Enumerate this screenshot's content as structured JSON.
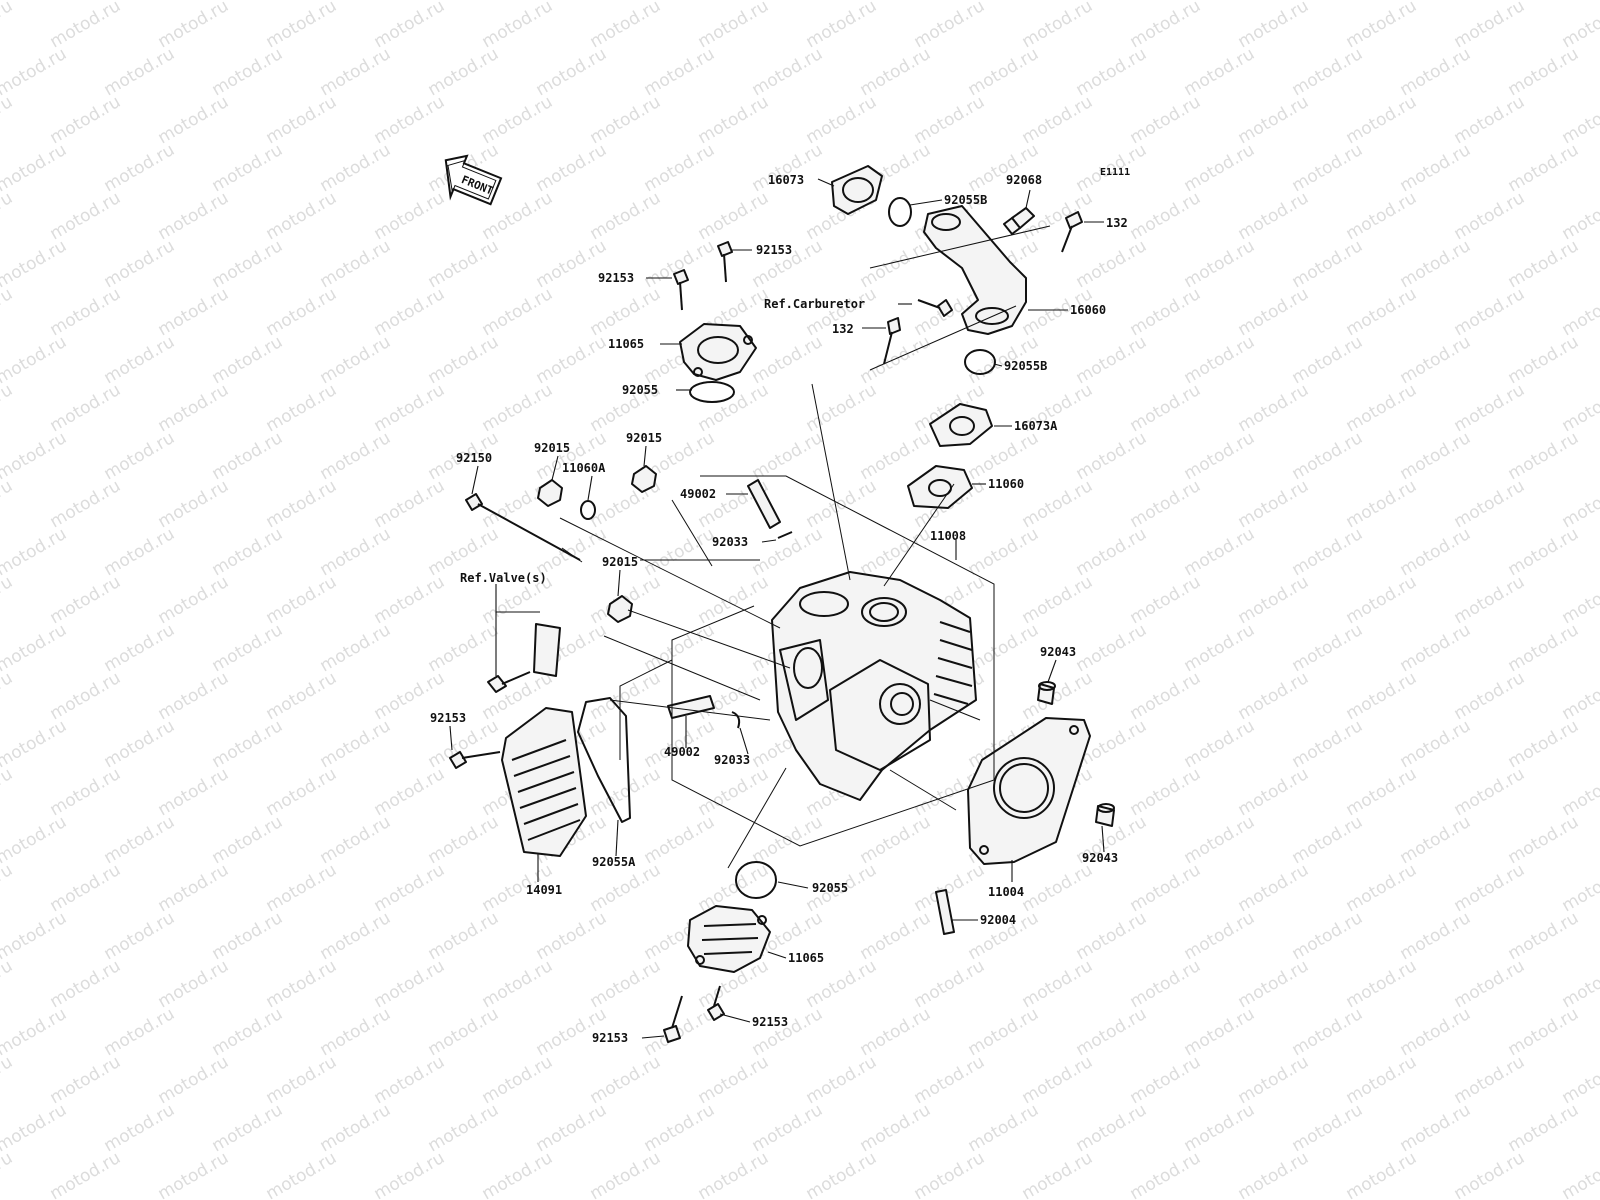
{
  "watermark": {
    "text": "motod.ru"
  },
  "diagram_code": "E1111",
  "front_arrow": {
    "label": "FRONT"
  },
  "callouts": [
    {
      "id": "c01",
      "label": "16073"
    },
    {
      "id": "c02",
      "label": "92055B"
    },
    {
      "id": "c03",
      "label": "92068"
    },
    {
      "id": "c04",
      "label": "132"
    },
    {
      "id": "c05",
      "label": "92153"
    },
    {
      "id": "c06",
      "label": "92153"
    },
    {
      "id": "c07",
      "label": "Ref.Carburetor"
    },
    {
      "id": "c08",
      "label": "16060"
    },
    {
      "id": "c09",
      "label": "11065"
    },
    {
      "id": "c10",
      "label": "132"
    },
    {
      "id": "c11",
      "label": "92055B"
    },
    {
      "id": "c12",
      "label": "92055"
    },
    {
      "id": "c13",
      "label": "16073A"
    },
    {
      "id": "c14",
      "label": "92150"
    },
    {
      "id": "c15",
      "label": "92015"
    },
    {
      "id": "c16",
      "label": "92015"
    },
    {
      "id": "c17",
      "label": "11060A"
    },
    {
      "id": "c18",
      "label": "11060"
    },
    {
      "id": "c19",
      "label": "49002"
    },
    {
      "id": "c20",
      "label": "92033"
    },
    {
      "id": "c21",
      "label": "11008"
    },
    {
      "id": "c22",
      "label": "92015"
    },
    {
      "id": "c23",
      "label": "Ref.Valve(s)"
    },
    {
      "id": "c24",
      "label": "92043"
    },
    {
      "id": "c25",
      "label": "92153"
    },
    {
      "id": "c26",
      "label": "49002"
    },
    {
      "id": "c27",
      "label": "92033"
    },
    {
      "id": "c28",
      "label": "92043"
    },
    {
      "id": "c29",
      "label": "92055A"
    },
    {
      "id": "c30",
      "label": "14091"
    },
    {
      "id": "c31",
      "label": "92055"
    },
    {
      "id": "c32",
      "label": "11004"
    },
    {
      "id": "c33",
      "label": "92004"
    },
    {
      "id": "c34",
      "label": "11065"
    },
    {
      "id": "c35",
      "label": "92153"
    },
    {
      "id": "c36",
      "label": "92153"
    }
  ]
}
